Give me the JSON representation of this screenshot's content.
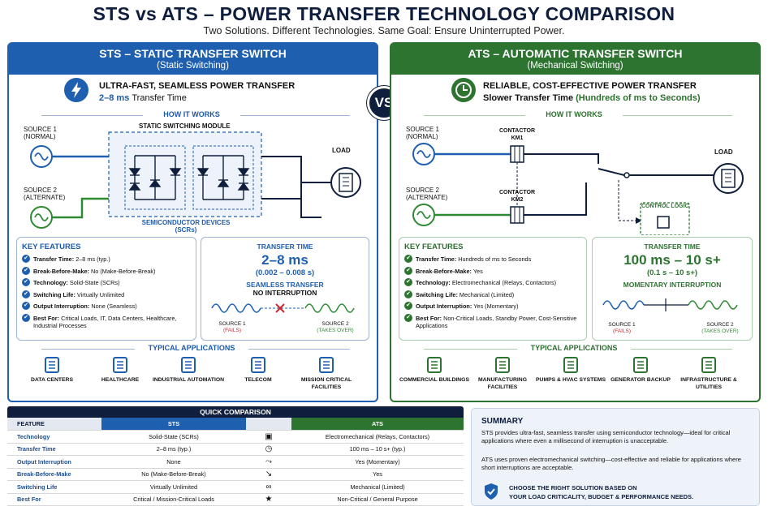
{
  "title": "STS vs ATS – POWER TRANSFER TECHNOLOGY COMPARISON",
  "subtitle": "Two Solutions. Different Technologies. Same Goal: Ensure Uninterrupted Power.",
  "vs": "VS",
  "colors": {
    "sts": "#1e5fb0",
    "ats": "#2e7431",
    "dark": "#0f1e3c"
  },
  "sts": {
    "header": "STS – STATIC TRANSFER SWITCH",
    "header_sub": "(Static Switching)",
    "tagline": "ULTRA-FAST, SEAMLESS POWER TRANSFER",
    "tagline_time_value": "2–8 ms",
    "tagline_time_label": "Transfer Time",
    "how": "HOW IT WORKS",
    "source1": "SOURCE 1",
    "source1_sub": "(NORMAL)",
    "source2": "SOURCE 2",
    "source2_sub": "(ALTERNATE)",
    "module": "STATIC SWITCHING MODULE",
    "devices": "SEMICONDUCTOR DEVICES",
    "devices_sub": "(SCRs)",
    "load": "LOAD",
    "features_title": "KEY FEATURES",
    "features": [
      {
        "k": "Transfer Time:",
        "v": "2–8 ms (typ.)"
      },
      {
        "k": "Break-Before-Make:",
        "v": "No (Make-Before-Break)"
      },
      {
        "k": "Technology:",
        "v": "Solid-State (SCRs)"
      },
      {
        "k": "Switching Life:",
        "v": "Virtually Unlimited"
      },
      {
        "k": "Output Interruption:",
        "v": "None (Seamless)"
      },
      {
        "k": "Best For:",
        "v": "Critical Loads, IT, Data Centers, Healthcare, Industrial Processes"
      }
    ],
    "tt_title": "TRANSFER TIME",
    "tt_value": "2–8 ms",
    "tt_sub": "(0.002 – 0.008 s)",
    "tt_note1": "SEAMLESS TRANSFER",
    "tt_note2": "NO INTERRUPTION",
    "wave_s1": "SOURCE 1",
    "wave_s1_sub": "(FAILS)",
    "wave_s2": "SOURCE 2",
    "wave_s2_sub": "(TAKES OVER)",
    "apps_title": "TYPICAL APPLICATIONS",
    "apps": [
      "DATA CENTERS",
      "HEALTHCARE",
      "INDUSTRIAL AUTOMATION",
      "TELECOM",
      "MISSION CRITICAL FACILITIES"
    ]
  },
  "ats": {
    "header": "ATS – AUTOMATIC TRANSFER SWITCH",
    "header_sub": "(Mechanical Switching)",
    "tagline": "RELIABLE, COST-EFFECTIVE POWER TRANSFER",
    "tagline_time_label": "Slower Transfer Time",
    "tagline_time_value": "(Hundreds of ms to Seconds)",
    "how": "HOW IT WORKS",
    "source1": "SOURCE 1",
    "source1_sub": "(NORMAL)",
    "source2": "SOURCE 2",
    "source2_sub": "(ALTERNATE)",
    "contactor1": "CONTACTOR",
    "contactor1_id": "KM1",
    "contactor2": "CONTACTOR",
    "contactor2_id": "KM2",
    "control": "CONTROL LOGIC",
    "load": "LOAD",
    "features_title": "KEY FEATURES",
    "features": [
      {
        "k": "Transfer Time:",
        "v": "Hundreds of ms to Seconds"
      },
      {
        "k": "Break-Before-Make:",
        "v": "Yes"
      },
      {
        "k": "Technology:",
        "v": "Electromechanical (Relays, Contactors)"
      },
      {
        "k": "Switching Life:",
        "v": "Mechanical (Limited)"
      },
      {
        "k": "Output Interruption:",
        "v": "Yes (Momentary)"
      },
      {
        "k": "Best For:",
        "v": "Non-Critical Loads, Standby Power, Cost-Sensitive Applications"
      }
    ],
    "tt_title": "TRANSFER TIME",
    "tt_value": "100 ms – 10 s+",
    "tt_sub": "(0.1 s – 10 s+)",
    "tt_note": "MOMENTARY INTERRUPTION",
    "wave_s1": "SOURCE 1",
    "wave_s1_sub": "(FAILS)",
    "wave_s2": "SOURCE 2",
    "wave_s2_sub": "(TAKES OVER)",
    "apps_title": "TYPICAL APPLICATIONS",
    "apps": [
      "COMMERCIAL BUILDINGS",
      "MANUFACTURING FACILITIES",
      "PUMPS & HVAC SYSTEMS",
      "GENERATOR BACKUP",
      "INFRASTRUCTURE & UTILITIES"
    ]
  },
  "quick": {
    "title": "QUICK COMPARISON",
    "col_feature": "FEATURE",
    "col_sts": "STS",
    "col_ats": "ATS",
    "rows": [
      {
        "f": "Technology",
        "s": "Solid-State (SCRs)",
        "icon": "chip-icon",
        "a": "Electromechanical (Relays, Contactors)"
      },
      {
        "f": "Transfer Time",
        "s": "2–8 ms (typ.)",
        "icon": "clock-icon",
        "a": "100 ms – 10 s+ (typ.)"
      },
      {
        "f": "Output Interruption",
        "s": "None",
        "icon": "interruption-icon",
        "a": "Yes (Momentary)"
      },
      {
        "f": "Break-Before-Make",
        "s": "No (Make-Before-Break)",
        "icon": "switch-icon",
        "a": "Yes"
      },
      {
        "f": "Switching Life",
        "s": "Virtually Unlimited",
        "icon": "infinity-icon",
        "a": "Mechanical (Limited)"
      },
      {
        "f": "Best For",
        "s": "Critical / Mission-Critical Loads",
        "icon": "star-icon",
        "a": "Non-Critical / General Purpose"
      }
    ]
  },
  "summary": {
    "title": "SUMMARY",
    "p1": "STS provides ultra-fast, seamless transfer using semiconductor technology—ideal for critical applications where even a millisecond of interruption is unacceptable.",
    "p2": "ATS uses proven electromechanical switching—cost-effective and reliable for applications where short interruptions are acceptable.",
    "cta1": "CHOOSE THE RIGHT SOLUTION BASED ON",
    "cta2": "YOUR LOAD CRITICALITY, BUDGET & PERFORMANCE NEEDS."
  }
}
